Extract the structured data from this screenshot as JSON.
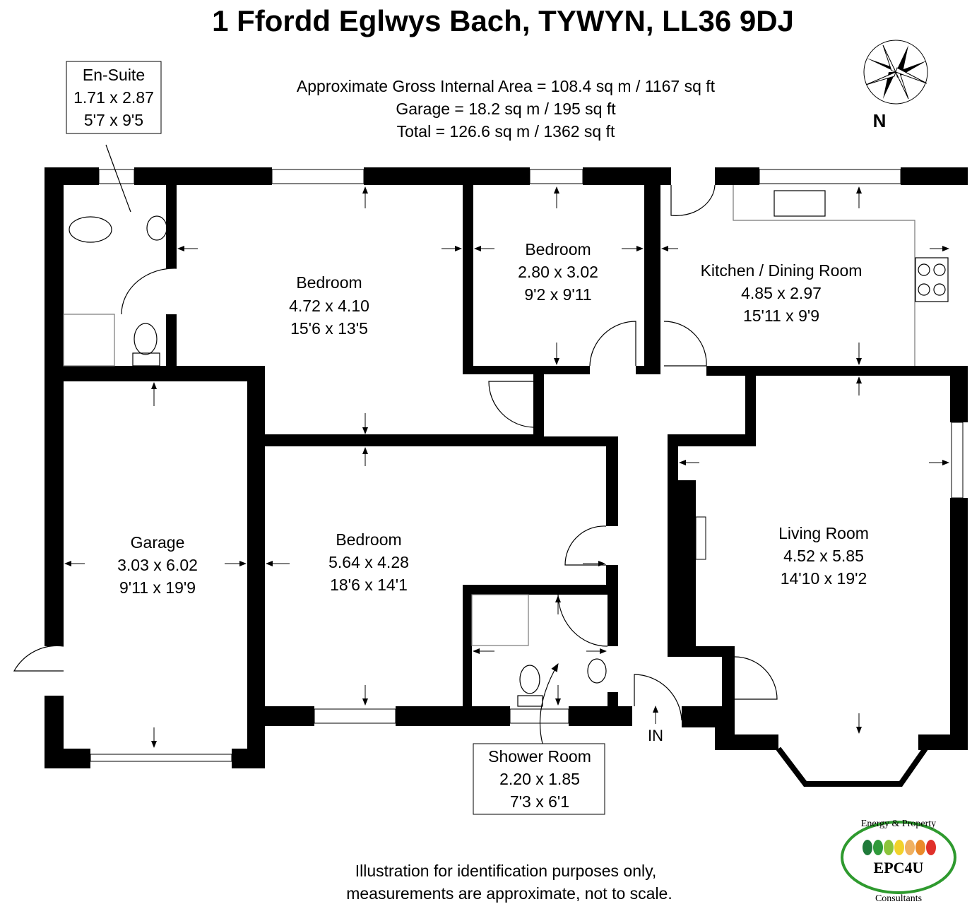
{
  "title": "1 Ffordd Eglwys Bach, TYWYN, LL36 9DJ",
  "areas": {
    "gross": "Approximate Gross Internal Area = 108.4 sq m / 1167 sq ft",
    "garage": "Garage = 18.2 sq m / 195 sq ft",
    "total": "Total = 126.6 sq m / 1362 sq ft"
  },
  "compass": {
    "label": "N"
  },
  "rooms": {
    "ensuite": {
      "name": "En-Suite",
      "metric": "1.71 x 2.87",
      "imperial": "5'7 x 9'5"
    },
    "bedroom1": {
      "name": "Bedroom",
      "metric": "4.72 x 4.10",
      "imperial": "15'6 x 13'5"
    },
    "bedroom2": {
      "name": "Bedroom",
      "metric": "2.80 x 3.02",
      "imperial": "9'2 x 9'11"
    },
    "kitchen": {
      "name": "Kitchen / Dining Room",
      "metric": "4.85 x 2.97",
      "imperial": "15'11 x 9'9"
    },
    "garage": {
      "name": "Garage",
      "metric": "3.03 x 6.02",
      "imperial": "9'11 x 19'9"
    },
    "bedroom3": {
      "name": "Bedroom",
      "metric": "5.64 x 4.28",
      "imperial": "18'6 x 14'1"
    },
    "living": {
      "name": "Living Room",
      "metric": "4.52 x 5.85",
      "imperial": "14'10 x 19'2"
    },
    "shower": {
      "name": "Shower Room",
      "metric": "2.20 x 1.85",
      "imperial": "7'3 x 6'1"
    }
  },
  "entrance": "IN",
  "disclaimer": {
    "line1": "Illustration for identification purposes only,",
    "line2": "measurements are approximate, not to scale."
  },
  "logo": {
    "top": "Energy & Property",
    "brand": "EPC4U",
    "bottom": "Consultants"
  }
}
